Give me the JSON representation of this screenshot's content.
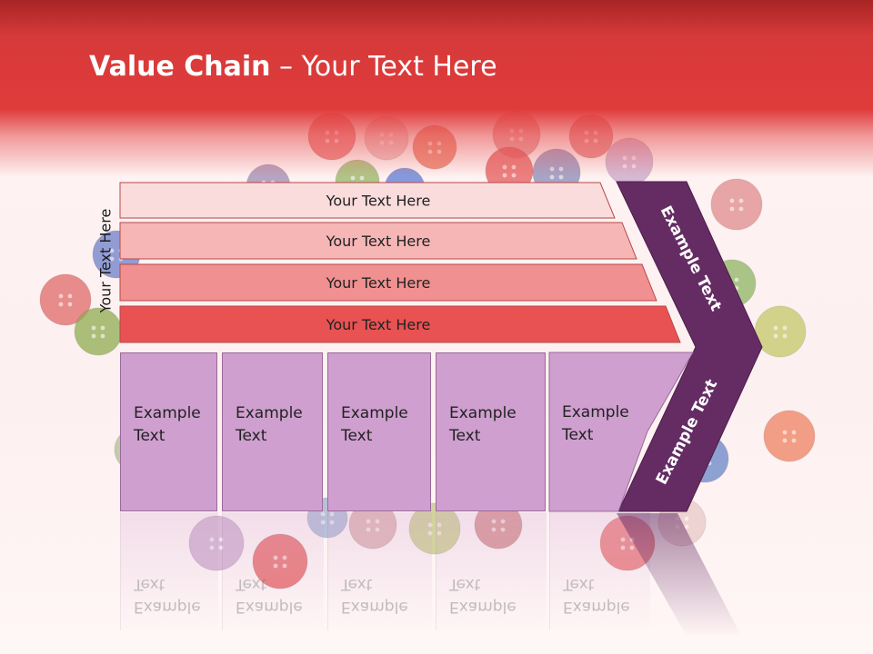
{
  "slide": {
    "title_bold": "Value Chain",
    "title_rest": " – Your Text Here",
    "side_label": "Your Text Here",
    "rows": [
      {
        "label": "Your Text Here",
        "color": "#fbdcdc"
      },
      {
        "label": "Your Text Here",
        "color": "#f6b6b6"
      },
      {
        "label": "Your Text Here",
        "color": "#f09090"
      },
      {
        "label": "Your Text Here",
        "color": "#e85252"
      }
    ],
    "chevron": {
      "top_label": "Example Text",
      "bottom_label": "Example Text",
      "color": "#652c64"
    },
    "boxes": [
      {
        "label": "Example\nText"
      },
      {
        "label": "Example\nText"
      },
      {
        "label": "Example\nText"
      },
      {
        "label": "Example\nText"
      },
      {
        "label": "Example\nText"
      }
    ],
    "box_color": "#cf9fcf",
    "header_color": "#e03b3b"
  }
}
